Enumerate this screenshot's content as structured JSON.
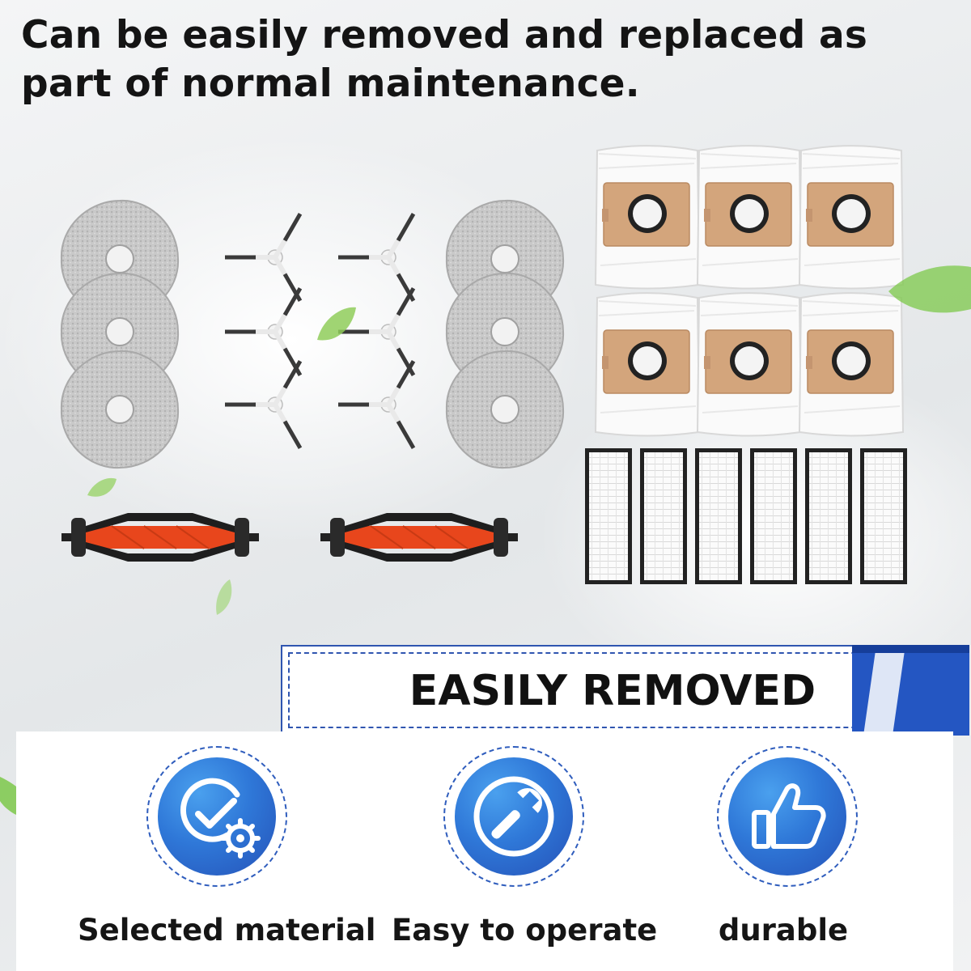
{
  "headline": "Can be easily removed and replaced as part of normal maintenance.",
  "banner": {
    "title": "EASILY REMOVED",
    "border_color": "#2f55b0"
  },
  "features": [
    {
      "label": "Selected material",
      "icon": "check-gear-icon"
    },
    {
      "label": "Easy to operate",
      "icon": "wrench-icon"
    },
    {
      "label": "durable",
      "icon": "thumbs-up-icon"
    }
  ],
  "colors": {
    "accent_blue": "#2f78d8",
    "brush_orange": "#e8461c",
    "bag_tan": "#d3a57c",
    "leaf_green": "#7cc84a"
  },
  "products": {
    "mop_pads": 6,
    "side_brushes": 6,
    "dust_bags": 6,
    "hepa_filters": 6,
    "main_brushes": 2
  }
}
